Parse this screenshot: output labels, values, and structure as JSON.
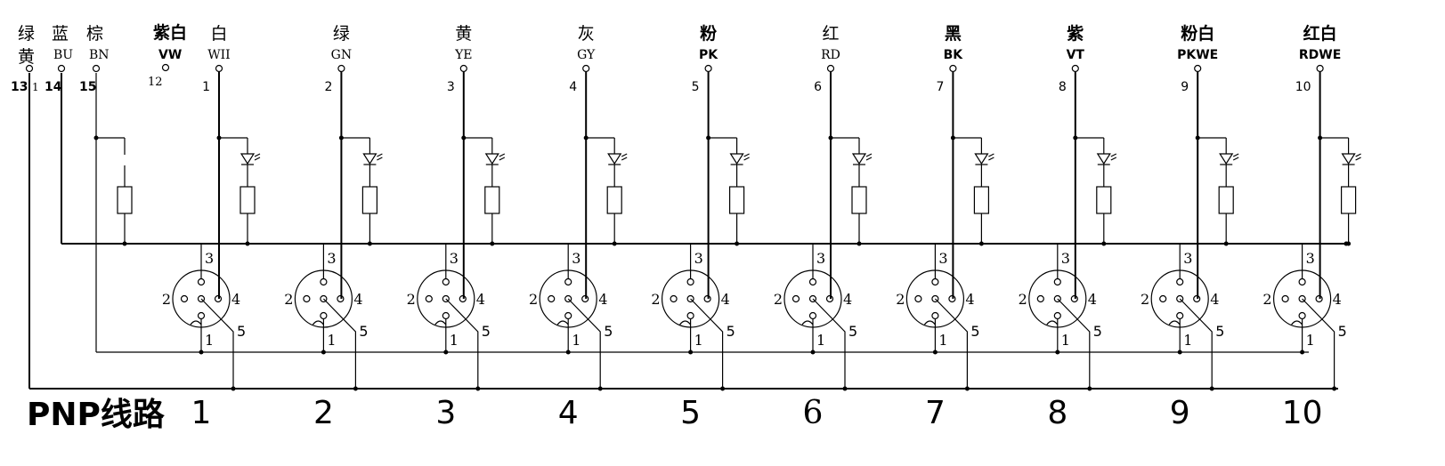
{
  "bus_terminals": [
    {
      "cn": "绿",
      "cn2": "黄",
      "code": "",
      "num": "13",
      "num2": "1"
    },
    {
      "cn": "蓝",
      "code": "BU",
      "num": "14"
    },
    {
      "cn": "棕",
      "code": "BN",
      "num": "15"
    },
    {
      "cn": "紫白",
      "code": "VW",
      "num": "12"
    }
  ],
  "channels": [
    {
      "cn": "白",
      "code": "WII",
      "num": "1",
      "bottom": "1"
    },
    {
      "cn": "绿",
      "code": "GN",
      "num": "2",
      "bottom": "2"
    },
    {
      "cn": "黄",
      "code": "YE",
      "num": "3",
      "bottom": "3"
    },
    {
      "cn": "灰",
      "code": "GY",
      "num": "4",
      "bottom": "4"
    },
    {
      "cn": "粉",
      "code": "PK",
      "num": "5",
      "bottom": "5"
    },
    {
      "cn": "红",
      "code": "RD",
      "num": "6",
      "bottom": "6"
    },
    {
      "cn": "黑",
      "code": "BK",
      "num": "7",
      "bottom": "7"
    },
    {
      "cn": "紫",
      "code": "VT",
      "num": "8",
      "bottom": "8"
    },
    {
      "cn": "粉白",
      "code": "PKWE",
      "num": "9",
      "bottom": "9"
    },
    {
      "cn": "红白",
      "code": "RDWE",
      "num": "10",
      "bottom": "10"
    }
  ],
  "connector_pins": {
    "p1": "1",
    "p2": "2",
    "p3": "3",
    "p4": "4",
    "p5": "5"
  },
  "footer_title": "PNP线路"
}
